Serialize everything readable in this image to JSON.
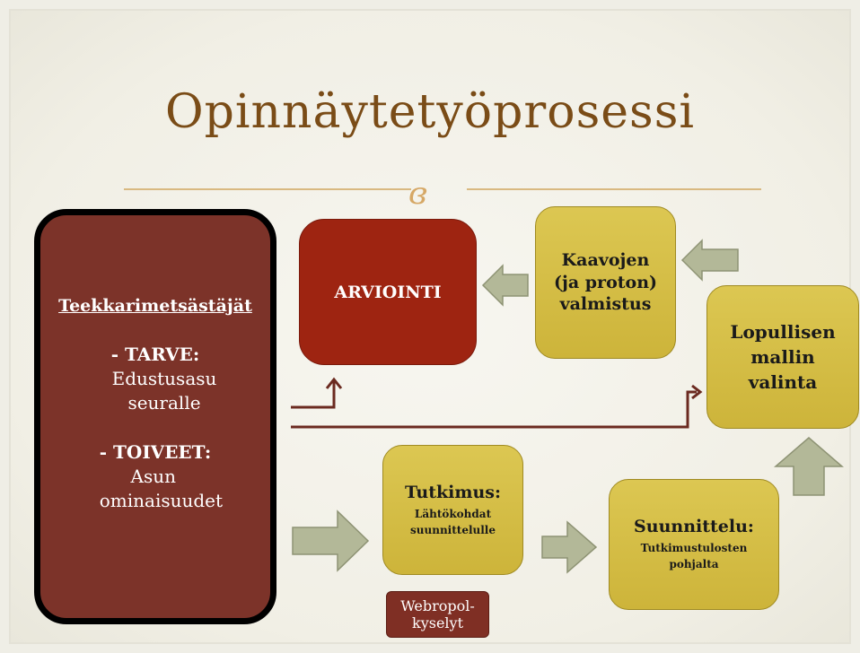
{
  "slide": {
    "title": "Opinnäytetyöprosessi",
    "ornament": "ɞ"
  },
  "left_box": {
    "heading": "Teekkarimetsästäjät",
    "items": [
      {
        "label": "-  TARVE:",
        "detail": "Edustusasu seuralle"
      },
      {
        "label": "-  TOIVEET:",
        "detail": "Asun ominaisuudet"
      }
    ]
  },
  "boxes": {
    "arviointi": "ARVIOINTI",
    "kaavojen": [
      "Kaavojen",
      "(ja proton)",
      "valmistus"
    ],
    "lopullisen": [
      "Lopullisen",
      "mallin",
      "valinta"
    ],
    "tutkimus": {
      "title": "Tutkimus:",
      "sub": [
        "Lähtökohdat",
        "suunnittelulle"
      ]
    },
    "suunnittelu": {
      "title": "Suunnittelu:",
      "sub": [
        "Tutkimustulosten",
        "pohjalta"
      ]
    },
    "webropol": [
      "Webropol-",
      "kyselyt"
    ]
  },
  "colors": {
    "title": "#7a4c17",
    "accent_yellow": "#d4bd46",
    "dark_red": "#9e2411",
    "brown": "#7c3329",
    "arrow_fill": "#b3b898"
  }
}
